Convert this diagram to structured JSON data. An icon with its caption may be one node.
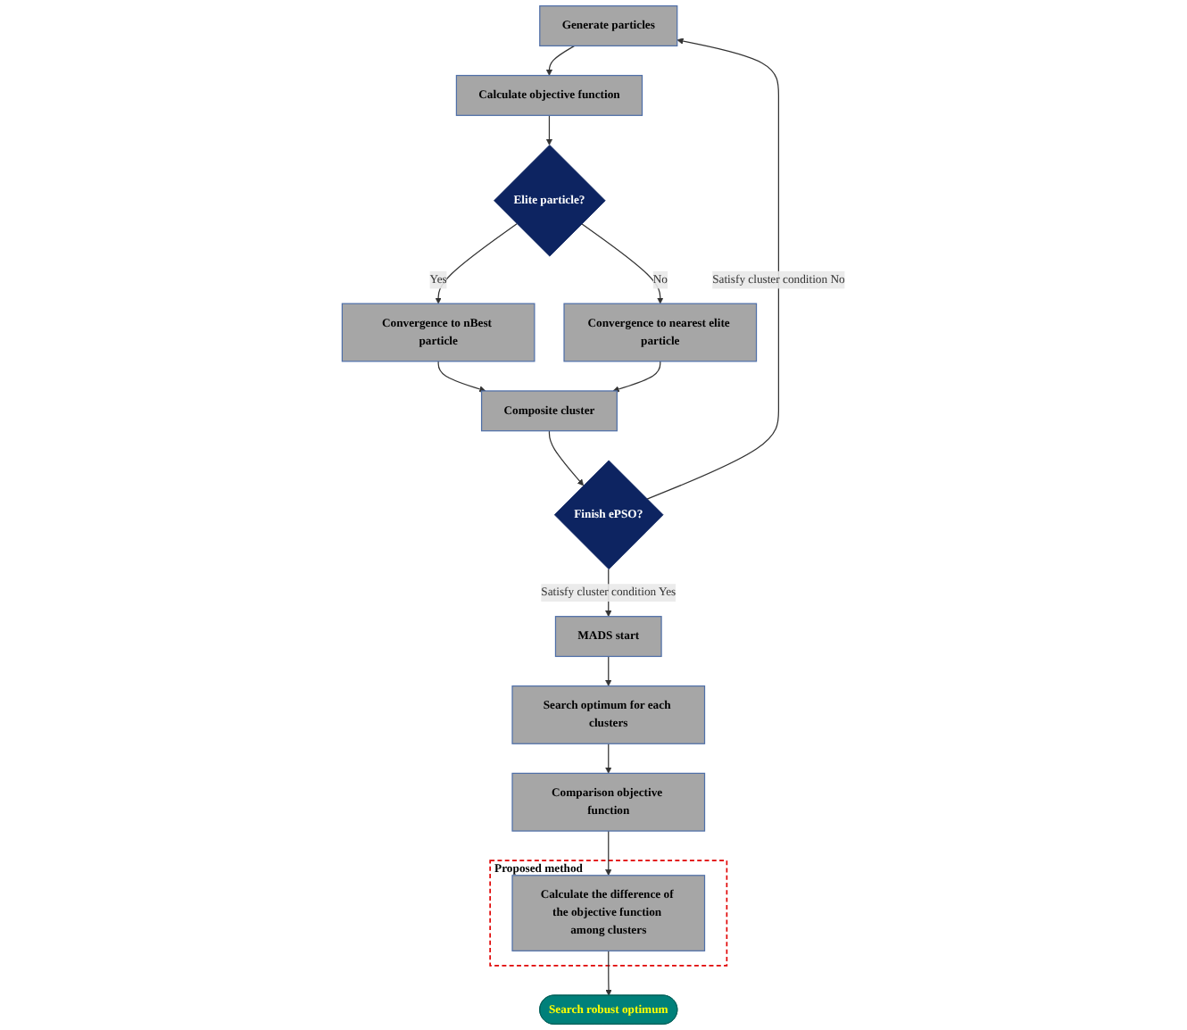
{
  "diagram": {
    "nodes": [
      {
        "text": [
          "Generate particles"
        ]
      },
      {
        "text": [
          "Calculate objective function"
        ]
      },
      {
        "text": [
          "Elite particle?"
        ]
      },
      {
        "text": [
          "Convergence to nBest particle"
        ]
      },
      {
        "text": [
          "Convergence to nearest elite particle"
        ]
      },
      {
        "text": [
          "Composite cluster"
        ]
      },
      {
        "text": [
          "Finish ePSO?"
        ]
      },
      {
        "text": [
          "MADS start"
        ]
      },
      {
        "text": [
          "Search optimum for each clusters"
        ]
      },
      {
        "text": [
          "Comparison objective function"
        ]
      },
      {
        "text": [
          "Proposed method"
        ]
      },
      {
        "text": [
          "Calculate the difference of the objective function among clusters"
        ],
        "in": 10
      },
      {
        "text": [
          "Search robust optimum"
        ]
      }
    ],
    "edges": [
      {
        "from": 0,
        "to": 1,
        "arrow": "to"
      },
      {
        "from": 1,
        "to": 2,
        "arrow": "to"
      },
      {
        "from": 2,
        "to": 3,
        "arrow": "to",
        "label": "Yes"
      },
      {
        "from": 2,
        "to": 4,
        "arrow": "to",
        "label": "No"
      },
      {
        "from": 3,
        "to": 5,
        "arrow": "to"
      },
      {
        "from": 4,
        "to": 5,
        "arrow": "to"
      },
      {
        "from": 5,
        "to": 6,
        "arrow": "to"
      },
      {
        "from": 6,
        "to": 0,
        "arrow": "to",
        "label": "Satisfy cluster condition No"
      },
      {
        "from": 6,
        "to": 7,
        "arrow": "to",
        "label": "Satisfy cluster condition Yes"
      },
      {
        "from": 7,
        "to": 8,
        "arrow": "to"
      },
      {
        "from": 8,
        "to": 9,
        "arrow": "to"
      },
      {
        "from": 9,
        "to": 11,
        "arrow": "to"
      },
      {
        "from": 11,
        "to": 12,
        "arrow": "to"
      }
    ]
  }
}
